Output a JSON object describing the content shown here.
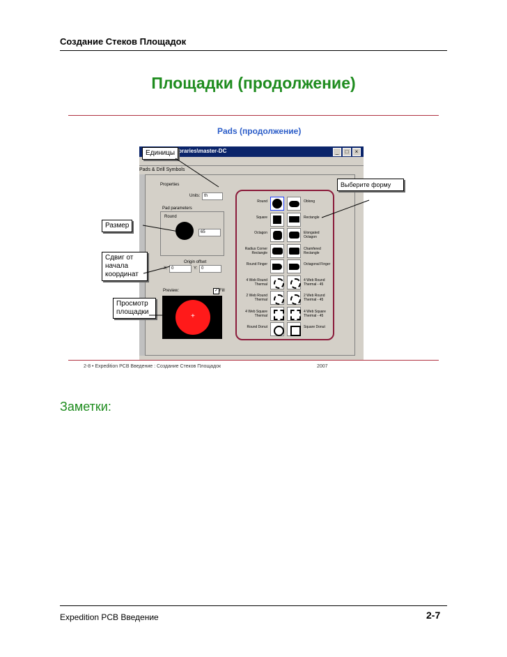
{
  "header": {
    "title": "Создание Стеков Площадок"
  },
  "slide": {
    "title": "Площадки (продолжение)",
    "subtitle": "Pads (продолжение)",
    "footer_left": "2-8 • Expedition PCB Введение : Создание Стеков Площадок",
    "footer_year": "2007"
  },
  "dialog": {
    "title": "braries\\master-DC",
    "tab": "Pads & Drill Symbols",
    "properties_label": "Properties",
    "units_label": "Units:",
    "units_value": "th",
    "pad_parameters_label": "Pad parameters",
    "pad_shape_label": "Round",
    "size_value": "65",
    "origin_offset_label": "Origin offset",
    "x_label": "X:",
    "x_value": "0",
    "y_label": "Y:",
    "y_value": "0",
    "preview_label": "Preview:",
    "fill_label": "Fill",
    "shapes": [
      {
        "left": "Round",
        "right": "Oblong"
      },
      {
        "left": "Square",
        "right": "Rectangle"
      },
      {
        "left": "Octagon",
        "right": "Elongated Octagon"
      },
      {
        "left": "Radius Corner Rectangle",
        "right": "Chamfered Rectangle"
      },
      {
        "left": "Round Finger",
        "right": "Octagonal Finger"
      },
      {
        "left": "4 Web Round Thermal",
        "right": "4 Web Round Thermal - 45"
      },
      {
        "left": "2 Web Round Thermal",
        "right": "2 Web Round Thermal - 45"
      },
      {
        "left": "4 Web Square Thermal",
        "right": "4 Web Square Thermal - 45"
      },
      {
        "left": "Round Donut",
        "right": "Square Donut"
      }
    ]
  },
  "callouts": {
    "units": "Единицы",
    "size": "Размер",
    "offset": "Сдвиг от начала координат",
    "preview": "Просмотр площадки",
    "shape": "Выберите форму"
  },
  "notes_label": "Заметки:",
  "footer": {
    "left": "Expedition PCB Введение",
    "page": "2-7"
  },
  "colors": {
    "title_green": "#1e8c1e",
    "subtitle_blue": "#2a5cc8",
    "rule_red": "#b03040",
    "preview_red": "#ff1a1a"
  }
}
